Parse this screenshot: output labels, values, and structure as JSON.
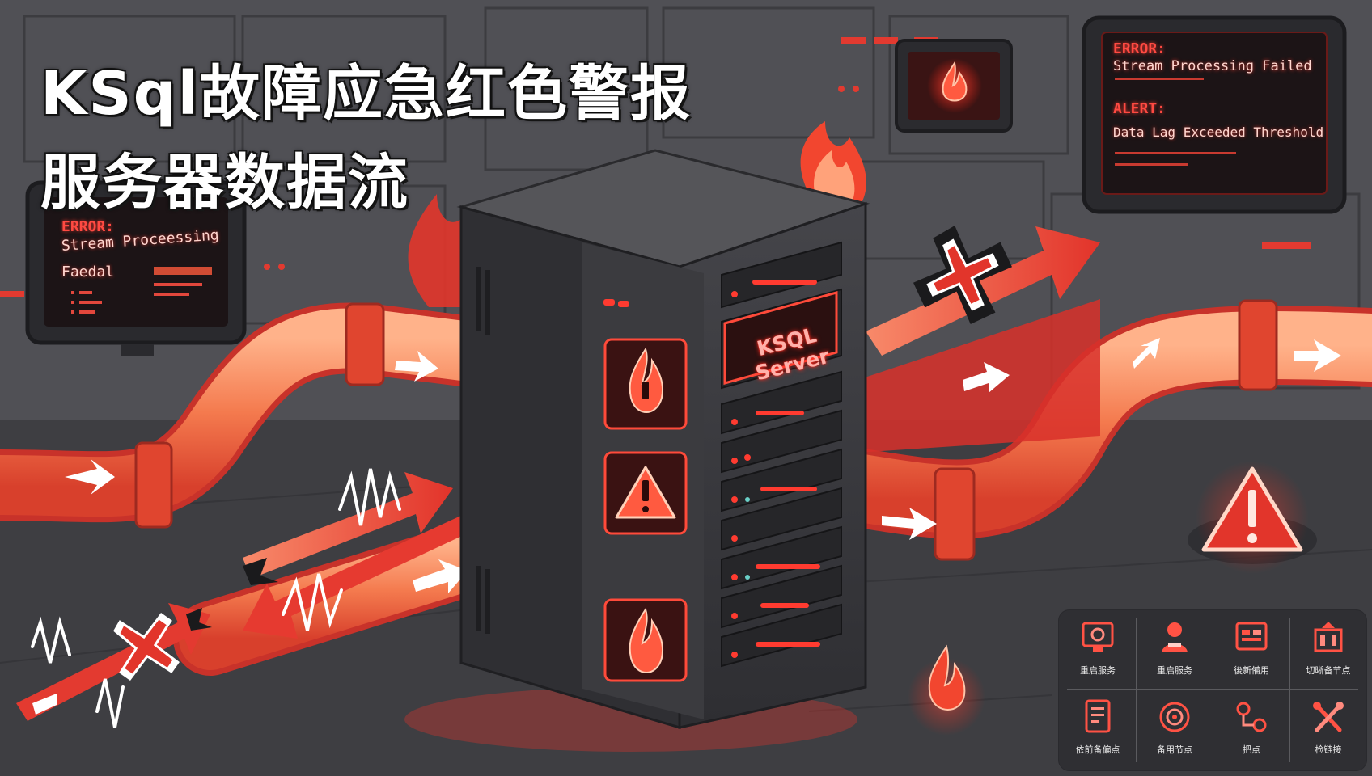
{
  "title": {
    "line1": "KSql故障应急红色警报",
    "line2": "服务器数据流"
  },
  "monitor_left": {
    "line1": "ERROR:",
    "line2": "Stream Proceessing",
    "line3": "Faedal"
  },
  "monitor_right": {
    "error_head": "ERROR:",
    "error_msg": "Stream Processing Failed",
    "alert_head": "ALERT:",
    "alert_msg": "Data Lag Exceeded Threshold"
  },
  "server": {
    "label": "KSQL Server"
  },
  "actions": [
    {
      "label": "重启服务",
      "icon": "restart-monitor-icon"
    },
    {
      "label": "重启服务",
      "icon": "operator-icon"
    },
    {
      "label": "後新備用",
      "icon": "backup-panel-icon"
    },
    {
      "label": "切晰备节点",
      "icon": "server-rack-icon"
    },
    {
      "label": "依前备偏点",
      "icon": "log-document-icon"
    },
    {
      "label": "备用节点",
      "icon": "target-node-icon"
    },
    {
      "label": "把点",
      "icon": "link-node-icon"
    },
    {
      "label": "检链接",
      "icon": "tools-icon"
    }
  ],
  "colors": {
    "accent_red": "#e8352c",
    "glow_red": "#ff4a3f",
    "pipe_orange": "#f58a5c",
    "server_body": "#3a3a3e",
    "background": "#4a4a4e"
  }
}
